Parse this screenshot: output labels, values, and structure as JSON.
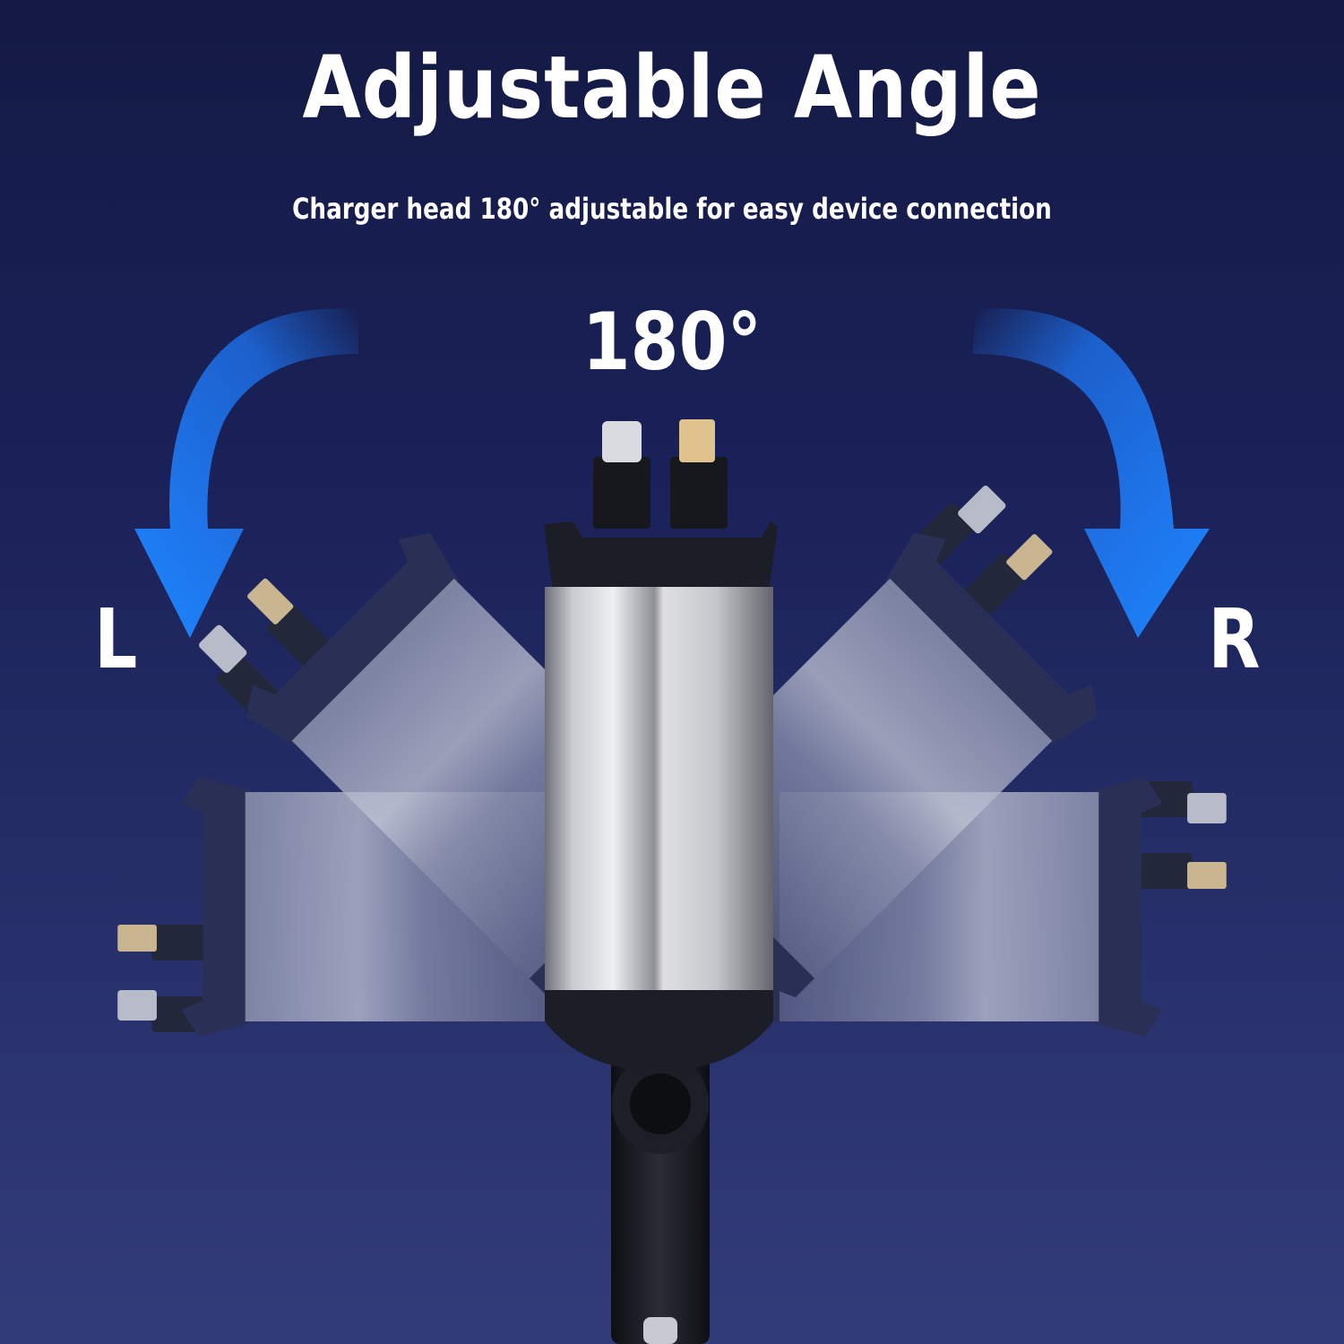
{
  "title": "Adjustable Angle",
  "subtitle": "Charger head 180° adjustable for easy device connection",
  "angle_label": "180°",
  "left_label": "L",
  "right_label": "R",
  "colors": {
    "background_top": "#141a44",
    "background_bottom": "#323c7a",
    "arrow_blue": "#1e7bff",
    "charger_silver": "#b9bcc2",
    "charger_black": "#1a1d24"
  },
  "icons": [
    "left-rotate-arrow-icon",
    "right-rotate-arrow-icon",
    "usb-c-connector-icon",
    "lightning-connector-icon"
  ]
}
